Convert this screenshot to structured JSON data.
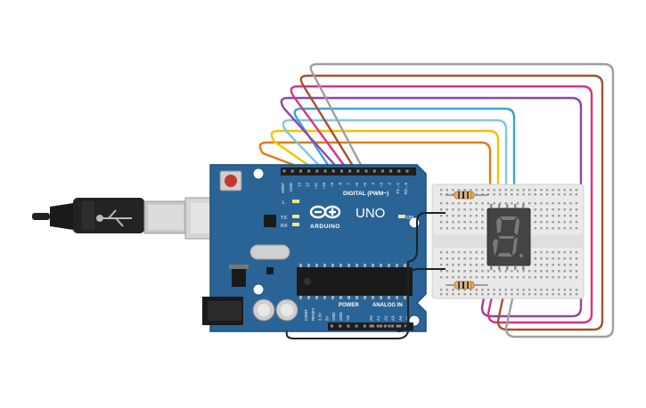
{
  "board": {
    "brand": "UNO",
    "logo_text": "ARDUINO",
    "digital_label": "DIGITAL (PWM~)",
    "analog_label": "ANALOG IN",
    "power_label": "POWER",
    "on_label": "ON",
    "led_l": "L",
    "led_tx": "TX",
    "led_rx": "RX",
    "header_pins_top": [
      "AREF",
      "GND",
      "13",
      "12",
      "~11",
      "~10",
      "~9",
      "8",
      "7",
      "~6",
      "~5",
      "4",
      "~3",
      "2",
      "TX→1",
      "RX←0"
    ],
    "header_pins_power": [
      "IOREF",
      "RESET",
      "3.3V",
      "5V",
      "GND",
      "GND",
      "Vin"
    ],
    "header_pins_analog": [
      "A0",
      "A1",
      "A2",
      "A3",
      "A4",
      "A5"
    ]
  },
  "display": {
    "digit": "8."
  },
  "colors": {
    "board": "#2a6496",
    "board_dark": "#1d4f7c",
    "breadboard": "#e9e9e9",
    "display_body": "#444444",
    "segment": "#777777",
    "wires": [
      "#e07a1a",
      "#f2c300",
      "#7ec8e3",
      "#3aa3d9",
      "#8e44ad",
      "#d63384",
      "#a0522d",
      "#9e9e9e"
    ]
  }
}
